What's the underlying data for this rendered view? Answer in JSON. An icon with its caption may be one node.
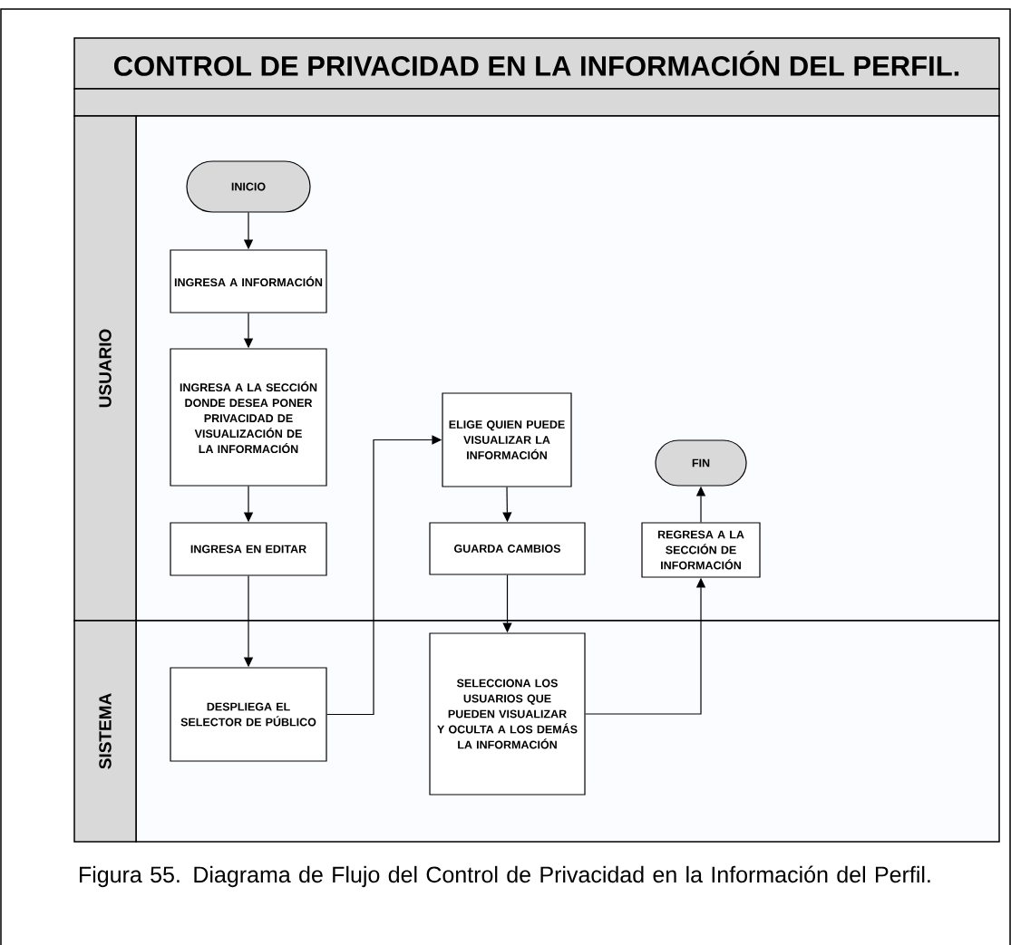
{
  "diagram": {
    "title": "CONTROL DE PRIVACIDAD EN LA INFORMACIÓN DEL PERFIL.",
    "caption": "Figura 55. Diagrama de Flujo del Control de Privacidad en la Información del Perfil.",
    "nodes": [
      {
        "text": [
          "USUARIO"
        ]
      },
      {
        "text": [
          "INICIO"
        ],
        "in": 0
      },
      {
        "text": [
          "INGRESA A INFORMACIÓN"
        ],
        "in": 0
      },
      {
        "text": [
          "INGRESA A LA SECCIÓN DONDE DESEA PONER PRIVACIDAD DE VISUALIZACIÓN DE LA INFORMACIÓN"
        ],
        "in": 0
      },
      {
        "text": [
          "INGRESA EN EDITAR"
        ],
        "in": 0
      },
      {
        "text": [
          "ELIGE QUIEN PUEDE VISUALIZAR LA INFORMACIÓN"
        ],
        "in": 0
      },
      {
        "text": [
          "GUARDA CAMBIOS"
        ],
        "in": 0
      },
      {
        "text": [
          "FIN"
        ],
        "in": 0
      },
      {
        "text": [
          "REGRESA A LA SECCIÓN DE INFORMACIÓN"
        ],
        "in": 0
      },
      {
        "text": [
          "SISTEMA"
        ]
      },
      {
        "text": [
          "DESPLIEGA EL SELECTOR DE PÚBLICO"
        ],
        "in": 9
      },
      {
        "text": [
          "SELECCIONA LOS USUARIOS QUE PUEDEN VISUALIZAR Y OCULTA A LOS DEMÁS LA INFORMACIÓN"
        ],
        "in": 9
      }
    ],
    "edges": [
      {
        "from": 1,
        "to": 2,
        "arrow": "to"
      },
      {
        "from": 2,
        "to": 3,
        "arrow": "to"
      },
      {
        "from": 3,
        "to": 4,
        "arrow": "to"
      },
      {
        "from": 4,
        "to": 10,
        "arrow": "to"
      },
      {
        "from": 10,
        "to": 5,
        "arrow": "to"
      },
      {
        "from": 5,
        "to": 6,
        "arrow": "to"
      },
      {
        "from": 6,
        "to": 11,
        "arrow": "to"
      },
      {
        "from": 11,
        "to": 8,
        "arrow": "to"
      },
      {
        "from": 8,
        "to": 7,
        "arrow": "to"
      }
    ]
  }
}
